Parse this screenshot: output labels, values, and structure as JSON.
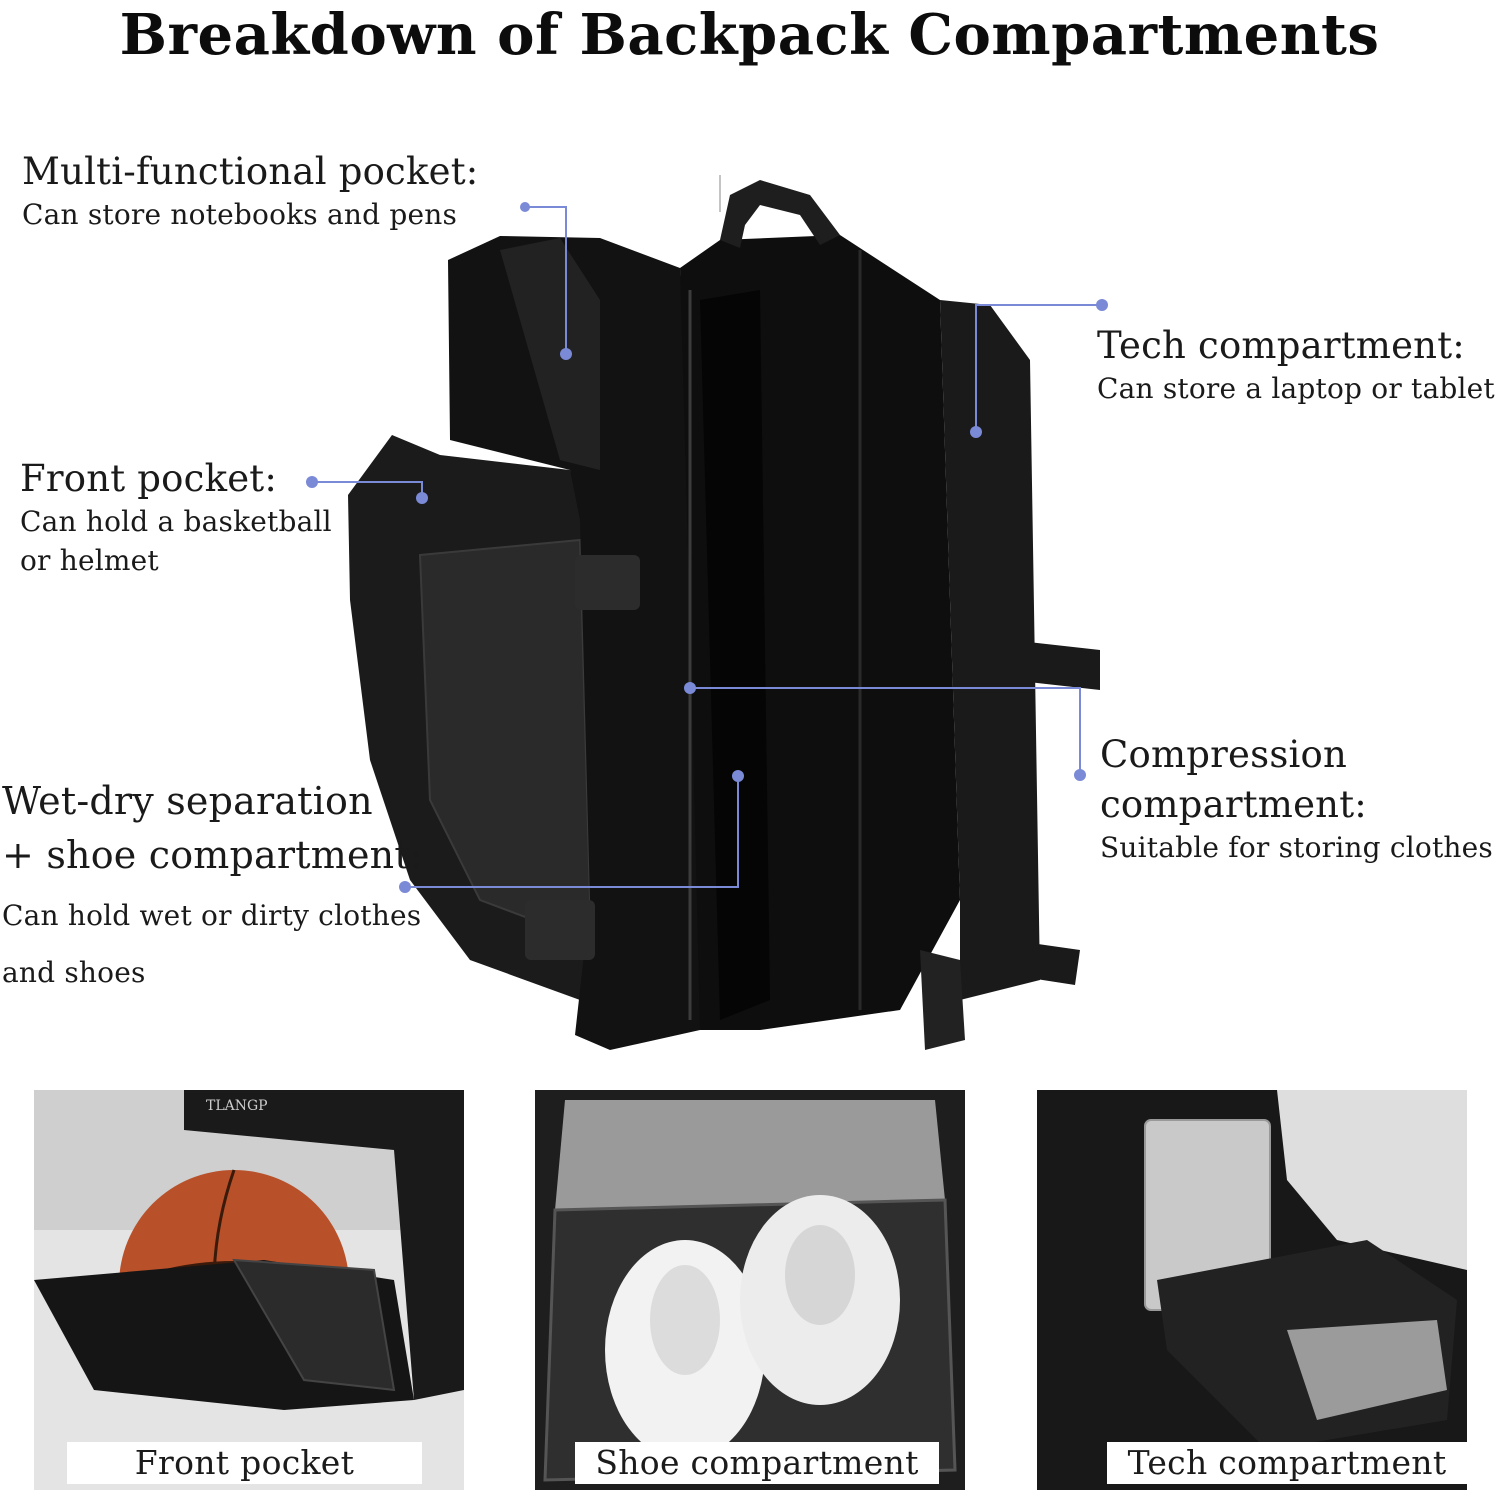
{
  "title": "Breakdown of Backpack Compartments",
  "callouts": {
    "multi": {
      "heading": "Multi-functional pocket:",
      "description": "Can store notebooks and pens"
    },
    "front": {
      "heading": "Front pocket:",
      "description": "Can hold a basketball\nor helmet"
    },
    "wet": {
      "heading": "Wet-dry separation\n+ shoe compartment:",
      "description": "Can hold wet or dirty clothes\nand shoes"
    },
    "tech": {
      "heading": "Tech compartment:",
      "description": "Can store a laptop or tablet"
    },
    "compression": {
      "heading": "Compression\ncompartment:",
      "description": "Suitable for storing clothes"
    }
  },
  "thumbnails": [
    {
      "caption": "Front pocket",
      "brand": "TLANGP"
    },
    {
      "caption": "Shoe compartment"
    },
    {
      "caption": "Tech compartment"
    }
  ],
  "colors": {
    "pointer": "#7b8ad6",
    "bag": "#151515"
  }
}
